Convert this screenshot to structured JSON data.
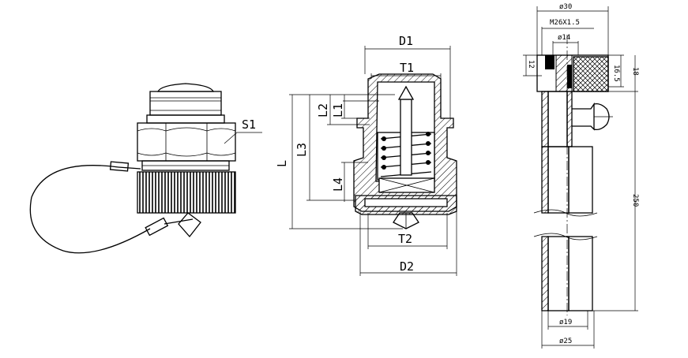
{
  "colors": {
    "line": "#000000",
    "background": "#ffffff"
  },
  "views": {
    "external": {
      "labels": {
        "s1": "S1"
      }
    },
    "section": {
      "labels": {
        "d1": "D1",
        "t1": "T1",
        "t2": "T2",
        "d2": "D2",
        "l": "L",
        "l1": "L1",
        "l2": "L2",
        "l3": "L3",
        "l4": "L4"
      }
    },
    "tube": {
      "labels": {
        "dia30": "ø30",
        "thread": "M26X1.5",
        "dia14": "ø14",
        "h12": "12",
        "h16_5": "16.5",
        "h18": "18",
        "len250": "250",
        "dia19": "ø19",
        "dia25": "ø25"
      }
    }
  }
}
